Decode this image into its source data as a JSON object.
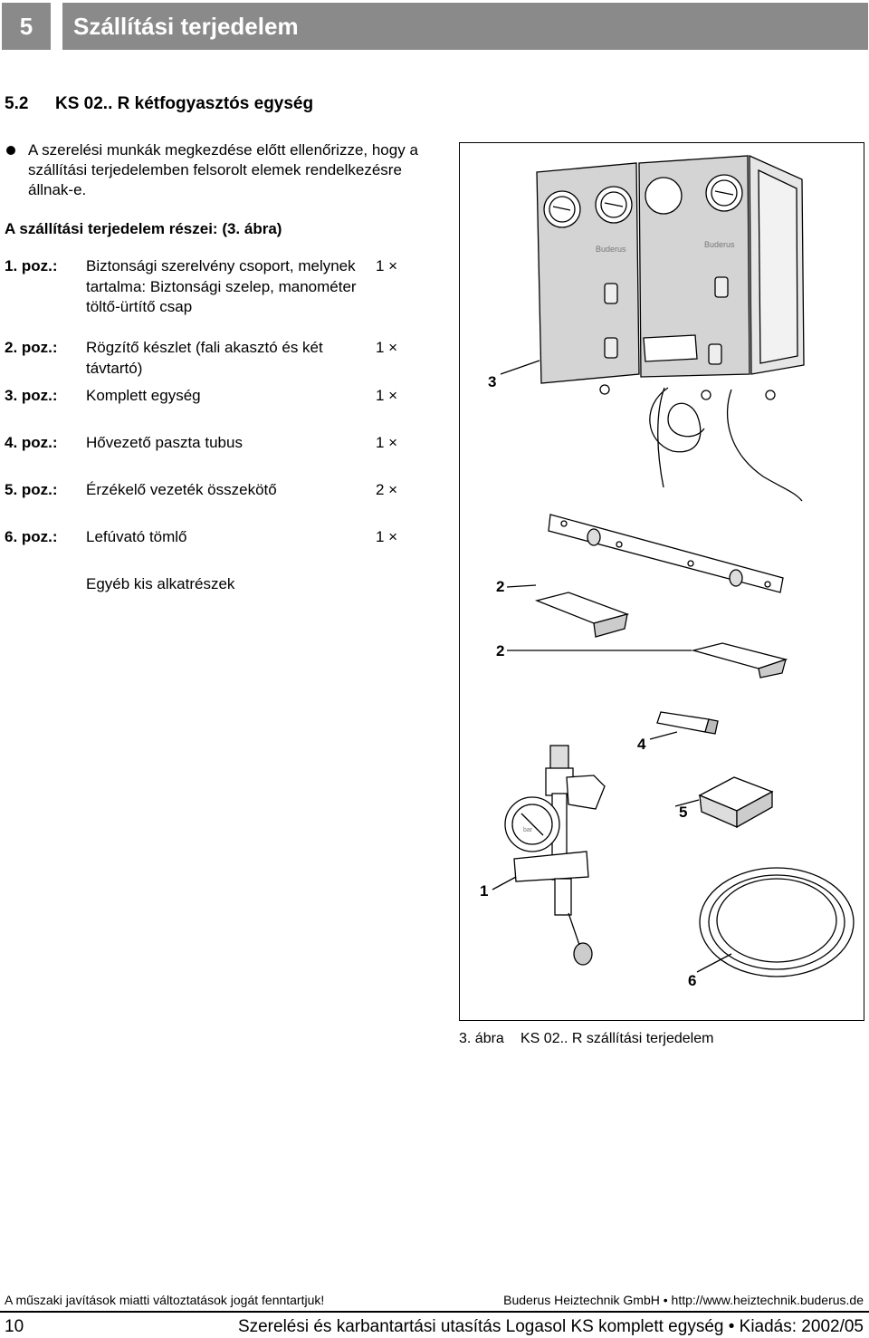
{
  "header": {
    "chapter_number": "5",
    "chapter_title": "Szállítási terjedelem"
  },
  "section": {
    "number": "5.2",
    "title": "KS 02.. R kétfogyasztós egység"
  },
  "bullet_text": "A szerelési munkák megkezdése előtt ellenőrizze, hogy a szállítási terjedelemben felsorolt elemek rendelkezésre állnak-e.",
  "parts_heading": "A szállítási terjedelem részei: (3. ábra)",
  "positions": [
    {
      "label": "1. poz.:",
      "desc": "Biztonsági szerelvény csoport, melynek tartalma: Biztonsági szelep, manométer töltő-ürtítő csap",
      "qty": "1 ×"
    },
    {
      "label": "2. poz.:",
      "desc": "Rögzítő készlet (fali akasztó és két távtartó)",
      "qty": "1 ×"
    },
    {
      "label": "3. poz.:",
      "desc": "Komplett egység",
      "qty": "1 ×"
    },
    {
      "label": "4. poz.:",
      "desc": "Hővezető paszta tubus",
      "qty": "1 ×"
    },
    {
      "label": "5. poz.:",
      "desc": "Érzékelő vezeték összekötő",
      "qty": "2 ×"
    },
    {
      "label": "6. poz.:",
      "desc": "Lefúvató tömlő",
      "qty": "1 ×"
    }
  ],
  "other_parts": "Egyéb kis alkatrészek",
  "figure": {
    "callouts": {
      "c3": "3",
      "c2a": "2",
      "c2b": "2",
      "c4": "4",
      "c5": "5",
      "c1": "1",
      "c6": "6"
    },
    "brand_label": "Buderus",
    "gauge_unit": "bar"
  },
  "caption": {
    "number": "3. ábra",
    "text": "KS 02.. R szállítási terjedelem"
  },
  "footer": {
    "left": "A műszaki javítások miatti változtatások jogát fenntartjuk!",
    "right": "Buderus Heiztechnik GmbH • http://www.heiztechnik.buderus.de",
    "page": "10",
    "document": "Szerelési és karbantartási utasítás Logasol KS komplett egység • Kiadás: 2002/05"
  }
}
